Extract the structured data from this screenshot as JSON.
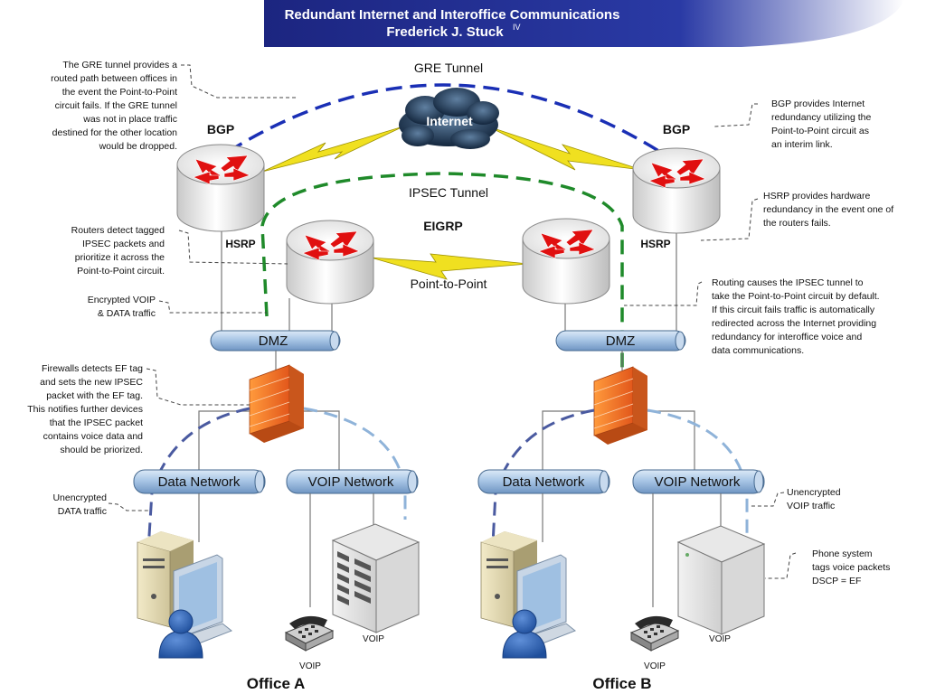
{
  "header": {
    "title": "Redundant Internet and Interoffice Communications",
    "author": "Frederick J. Stuck",
    "author_suffix": "IV"
  },
  "tunnels": {
    "gre": "GRE Tunnel",
    "ipsec": "IPSEC Tunnel",
    "p2p": "Point-to-Point"
  },
  "cloud": {
    "label": "Internet"
  },
  "routers": {
    "bgp_left": "BGP",
    "bgp_right": "BGP",
    "hsrp_left": "HSRP",
    "hsrp_right": "HSRP",
    "eigrp": "EIGRP"
  },
  "networks": {
    "dmz_a": "DMZ",
    "dmz_b": "DMZ",
    "data_a": "Data Network",
    "voip_a": "VOIP Network",
    "data_b": "Data Network",
    "voip_b": "VOIP Network"
  },
  "devices": {
    "voip_phone_a": "VOIP",
    "voip_server_a": "VOIP",
    "voip_phone_b": "VOIP",
    "voip_server_b": "VOIP"
  },
  "offices": {
    "a": "Office A",
    "b": "Office B"
  },
  "notes": {
    "gre": [
      "The GRE tunnel provides a",
      "routed path between offices in",
      "the event the Point-to-Point",
      "circuit fails. If the GRE tunnel",
      "was not in place traffic",
      "destined for the other location",
      "would be dropped."
    ],
    "tagged": [
      "Routers detect tagged",
      "IPSEC packets and",
      "prioritize it across the",
      "Point-to-Point circuit."
    ],
    "encrypted": [
      "Encrypted VOIP",
      "& DATA traffic"
    ],
    "firewall": [
      "Firewalls detects EF tag",
      "and sets the new IPSEC",
      "packet with the EF tag.",
      "This notifies further devices",
      "that the IPSEC packet",
      "contains voice data and",
      "should be priorized."
    ],
    "unenc_data": [
      "Unencrypted",
      "DATA traffic"
    ],
    "bgp": [
      "BGP provides Internet",
      "redundancy utilizing the",
      "Point-to-Point circuit as",
      "an interim link."
    ],
    "hsrp": [
      "HSRP provides hardware",
      "redundancy in the event one of",
      "the routers fails."
    ],
    "routing": [
      "Routing causes the IPSEC tunnel to",
      "take the Point-to-Point circuit by default.",
      "If this circuit fails traffic is automatically",
      "redirected across the Internet providing",
      "redundancy for interoffice voice and",
      "data communications."
    ],
    "unenc_voip": [
      "Unencrypted",
      "VOIP traffic"
    ],
    "phone": [
      "Phone system",
      "tags voice packets",
      "DSCP = EF"
    ]
  },
  "colors": {
    "gre_tunnel": "#1a2fb5",
    "ipsec_tunnel": "#1f8a2a",
    "lan_loop_dark": "#4a5aa0",
    "lan_loop_light": "#8fb3d9",
    "p2p_link": "#f0e020",
    "header_band": "#1f2a8a"
  }
}
